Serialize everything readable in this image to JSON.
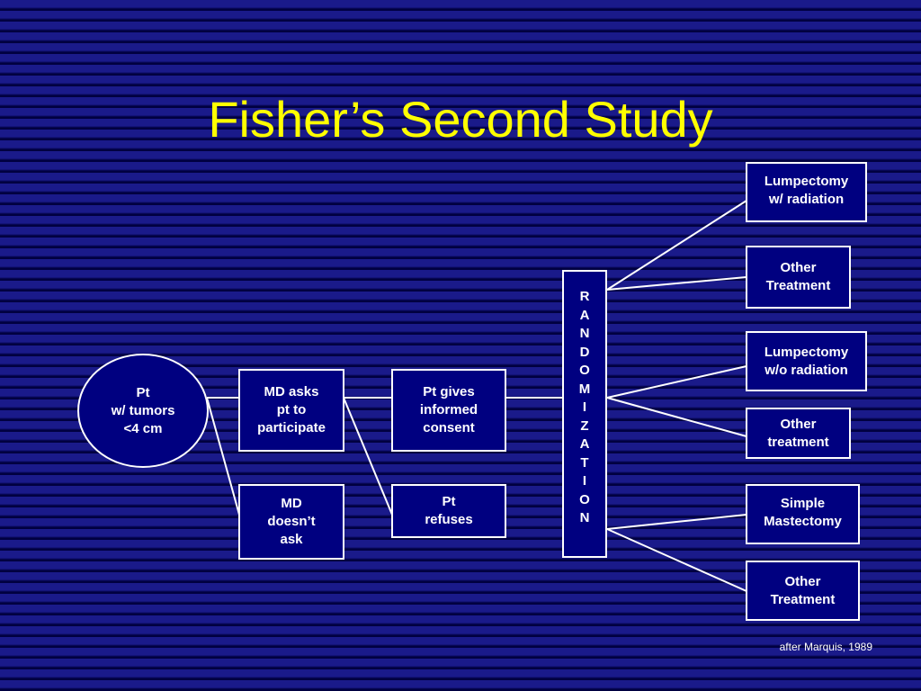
{
  "slide": {
    "title": "Fisher’s Second Study",
    "credit": "after Marquis, 1989"
  },
  "diagram": {
    "patient": "Pt\nw/ tumors\n<4 cm",
    "md_asks": "MD asks\npt to\nparticipate",
    "md_doesnt_ask": "MD\ndoesn’t\nask",
    "pt_gives_consent": "Pt gives\ninformed\nconsent",
    "pt_refuses": "Pt\nrefuses",
    "randomization_letters": [
      "R",
      "A",
      "N",
      "D",
      "O",
      "M",
      "I",
      "Z",
      "A",
      "T",
      "I",
      "O",
      "N"
    ],
    "arms": [
      "Lumpectomy\nw/ radiation",
      "Other\nTreatment",
      "Lumpectomy\nw/o radiation",
      "Other\ntreatment",
      "Simple\nMastectomy",
      "Other\nTreatment"
    ]
  },
  "colors": {
    "title": "#ffff00",
    "box_fill": "#000080",
    "line": "#ffffff"
  }
}
